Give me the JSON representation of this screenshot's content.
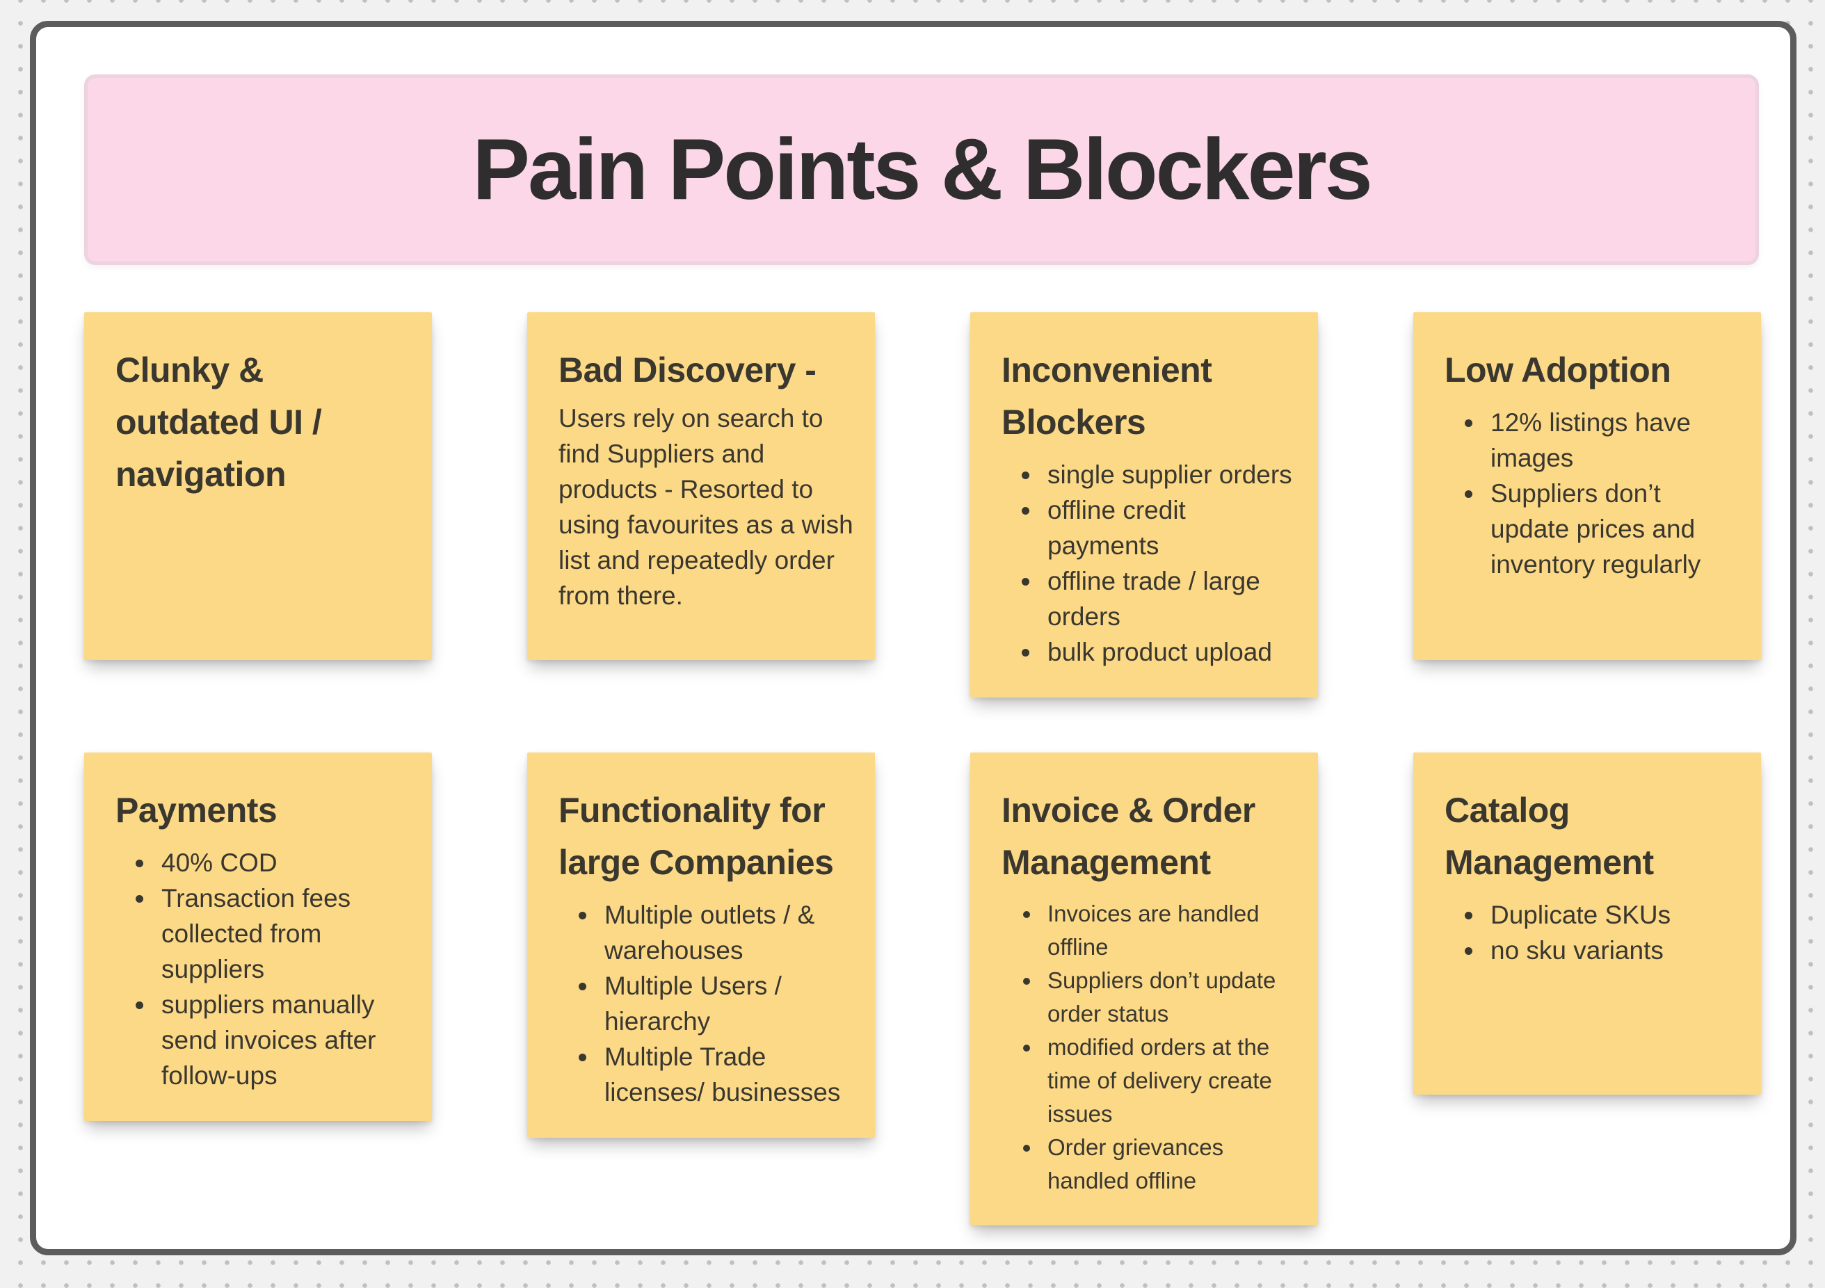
{
  "board": {
    "title": "Pain Points & Blockers",
    "colors": {
      "canvas_bg": "#f1f1f2",
      "dot": "#c0c0c0",
      "frame_border": "#5c5c5c",
      "banner_bg": "#fbd7e7",
      "banner_border": "#ecd3df",
      "sticky_bg": "#fcd987",
      "text": "#3a372f"
    },
    "stickies": [
      {
        "title": "Clunky & outdated UI / navigation",
        "body": "",
        "bullets": []
      },
      {
        "title": "Bad Discovery -",
        "body": "Users rely on search to find Suppliers and products - Resorted to using favourites as a wish list and repeatedly order from there.",
        "bullets": []
      },
      {
        "title": "Inconvenient Blockers",
        "body": "",
        "bullets": [
          "single supplier orders",
          "offline credit payments",
          "offline trade / large orders",
          "bulk product upload"
        ]
      },
      {
        "title": "Low Adoption",
        "body": "",
        "bullets": [
          "12% listings have images",
          "Suppliers don’t update prices and inventory regularly"
        ]
      },
      {
        "title": "Payments",
        "body": "",
        "bullets": [
          "40% COD",
          "Transaction fees collected from suppliers",
          "suppliers manually send invoices after follow-ups"
        ]
      },
      {
        "title": "Functionality for large Companies",
        "body": "",
        "bullets": [
          "Multiple outlets / & warehouses",
          "Multiple Users / hierarchy",
          "Multiple Trade licenses/ businesses"
        ]
      },
      {
        "title": "Invoice & Order Management",
        "body": "",
        "bullets": [
          "Invoices are handled offline",
          "Suppliers don’t update order status",
          "modified orders at the time of delivery create issues",
          "Order grievances handled offline"
        ]
      },
      {
        "title": "Catalog Management",
        "body": "",
        "bullets": [
          "Duplicate SKUs",
          "no sku variants"
        ]
      }
    ]
  }
}
